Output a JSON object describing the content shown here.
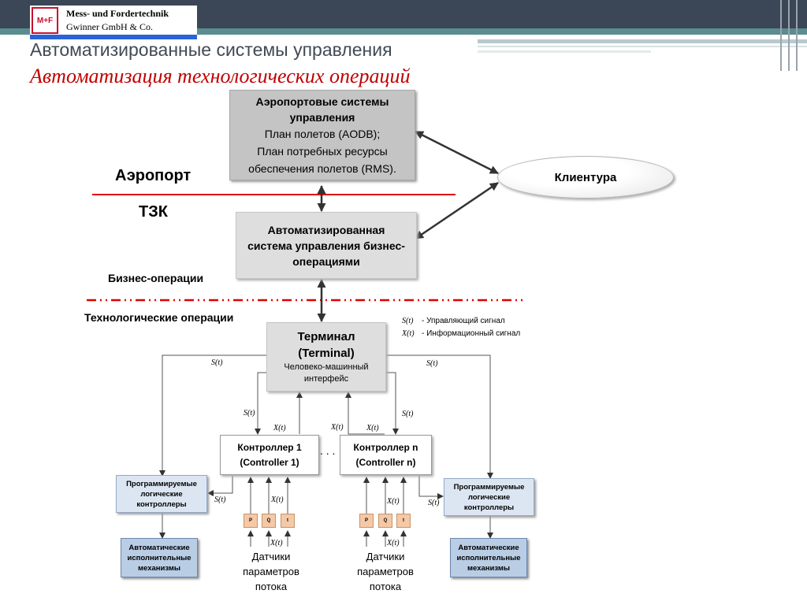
{
  "header": {
    "logo_mark": "M+F",
    "logo_line1": "Mess- und Fordertechnik",
    "logo_line2": "Gwinner GmbH & Co.",
    "title": "Автоматизированные системы управления",
    "subtitle": "Автоматизация технологических операций"
  },
  "zones": {
    "airport": "Аэропорт",
    "tzk": "ТЗК",
    "business_ops": "Бизнес-операции",
    "tech_ops": "Технологические операции"
  },
  "boxes": {
    "airport_systems": {
      "title": "Аэропортовые системы управления",
      "lines": [
        "План полетов (AODB);",
        "План потребных ресурсы",
        "обеспечения полетов (RMS)."
      ]
    },
    "clients": "Клиентура",
    "business_system": "Автоматизированная система управления бизнес-операциями",
    "terminal": {
      "title1": "Терминал",
      "title2": "(Terminal)",
      "desc": "Человеко-машинный интерфейс"
    },
    "controller1": {
      "line1": "Контроллер 1",
      "line2": "(Controller 1)"
    },
    "controller_n": {
      "line1": "Контроллер n",
      "line2": "(Controller n)"
    },
    "ellipsis": ". . .",
    "plc_left": "Программируемые логические контроллеры",
    "plc_right": "Программируемые логические контроллеры",
    "actuators_left": "Автоматические исполнительные механизмы",
    "actuators_right": "Автоматические исполнительные механизмы",
    "sensors_left": "Датчики параметров потока",
    "sensors_right": "Датчики параметров потока",
    "sensor_cells": [
      "P",
      "Q",
      "t"
    ]
  },
  "legend": {
    "s_symbol": "S(t)",
    "s_text": "- Управляющий сигнал",
    "x_symbol": "X(t)",
    "x_text": "- Информационный сигнал"
  },
  "signals": {
    "s": "S(t)",
    "x": "X(t)"
  },
  "colors": {
    "accent_red": "#c00000",
    "header_band": "#3b4656",
    "teal_stripe": "#5b8c8e"
  }
}
